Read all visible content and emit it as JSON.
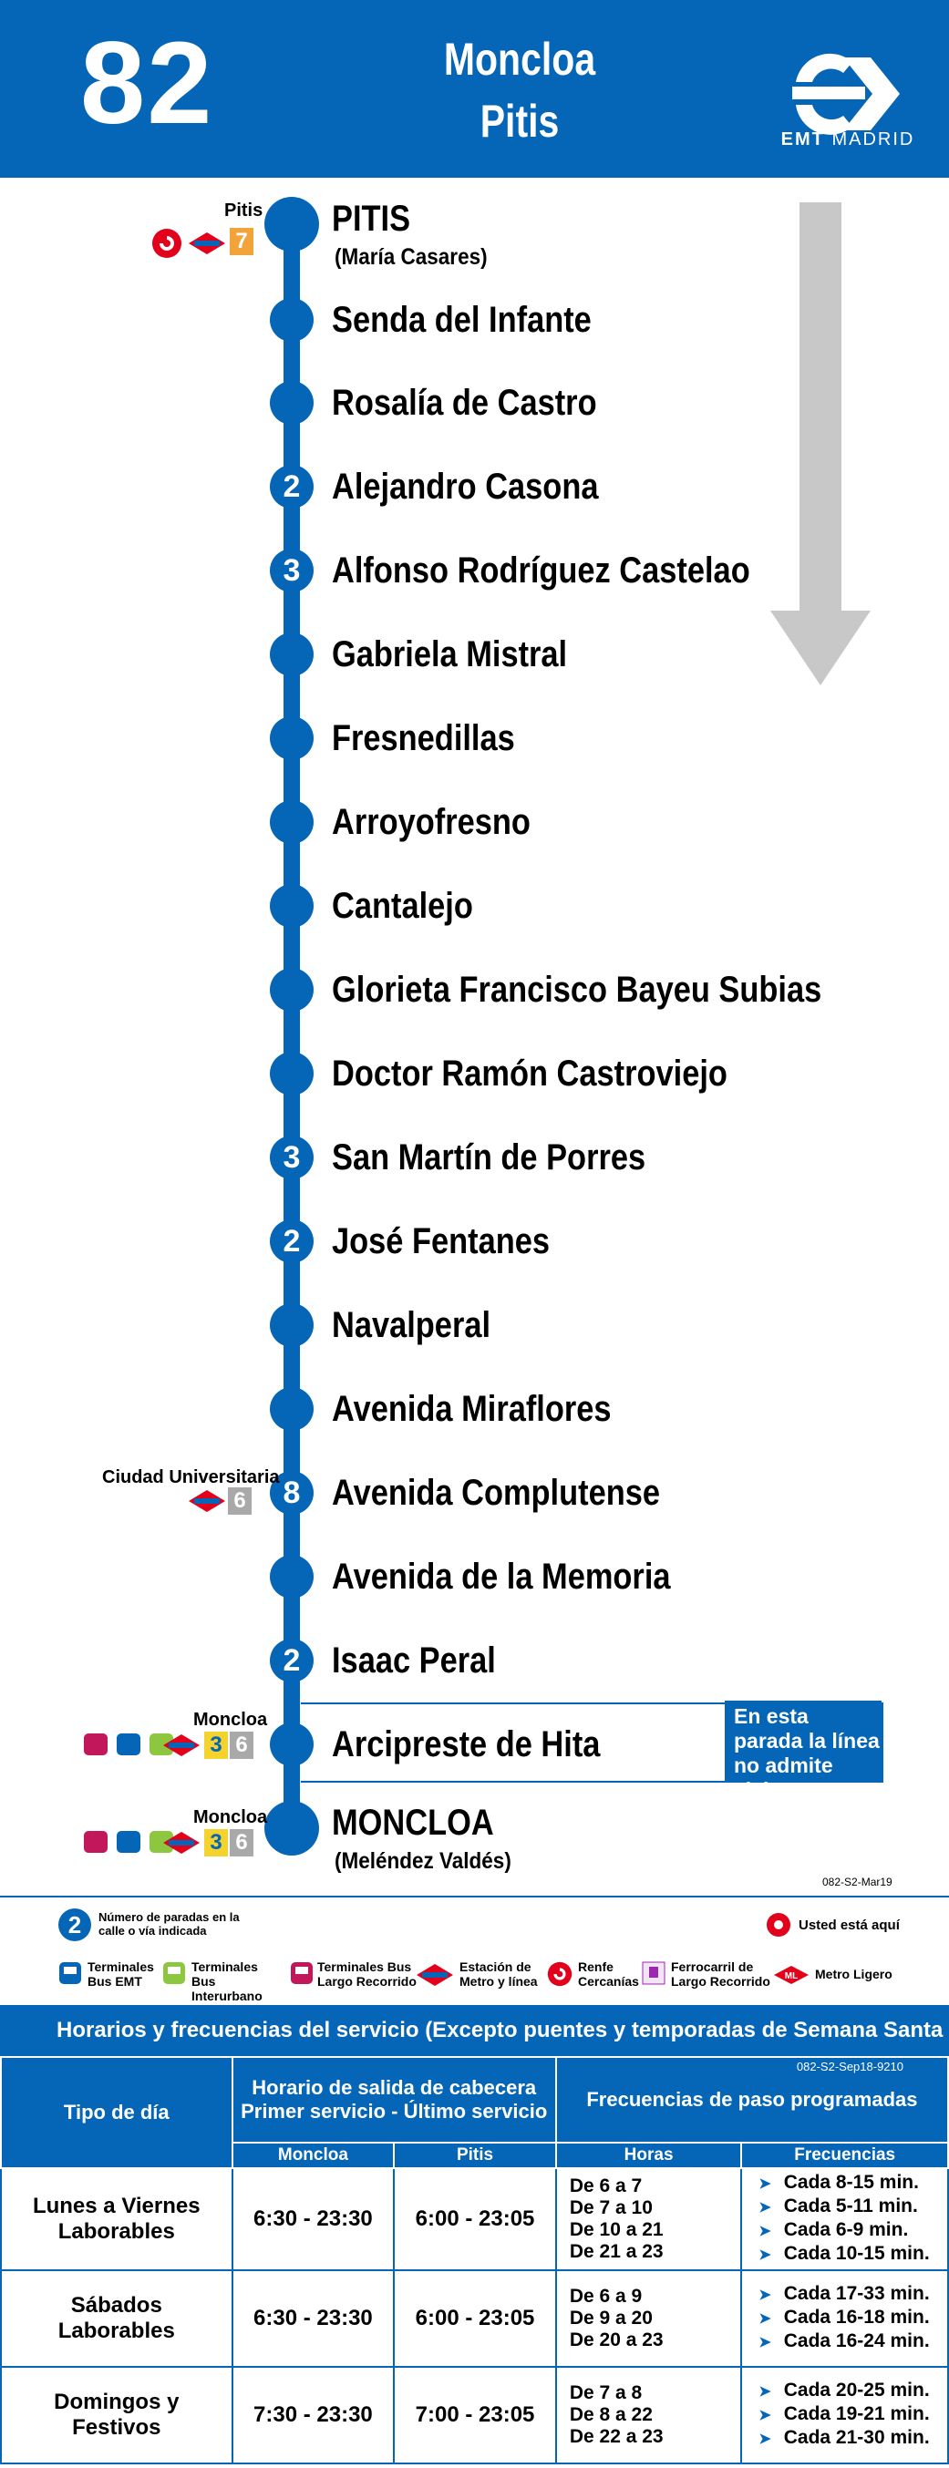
{
  "header": {
    "line_number": "82",
    "destination_1": "Moncloa",
    "destination_2": "Pitis",
    "brand": "EMT MADRID",
    "brand_bold": "EMT",
    "brand_rest": "MADRID"
  },
  "colors": {
    "brand_blue": "#0565b6",
    "metro_line_7": "#f2a33a",
    "metro_line_3": "#f4d32e",
    "metro_line_6": "#a9a9a9",
    "renfe_red": "#e3001b"
  },
  "stops": [
    {
      "name": "PITIS",
      "subname": "(María Casares)",
      "count": "",
      "terminal": true
    },
    {
      "name": "Senda del Infante",
      "count": ""
    },
    {
      "name": "Rosalía de Castro",
      "count": ""
    },
    {
      "name": "Alejandro Casona",
      "count": "2"
    },
    {
      "name": "Alfonso Rodríguez Castelao",
      "count": "3"
    },
    {
      "name": "Gabriela Mistral",
      "count": ""
    },
    {
      "name": "Fresnedillas",
      "count": ""
    },
    {
      "name": "Arroyofresno",
      "count": ""
    },
    {
      "name": "Cantalejo",
      "count": ""
    },
    {
      "name": "Glorieta Francisco Bayeu Subias",
      "count": ""
    },
    {
      "name": "Doctor Ramón Castroviejo",
      "count": ""
    },
    {
      "name": "San Martín de Porres",
      "count": "3"
    },
    {
      "name": "José Fentanes",
      "count": "2"
    },
    {
      "name": "Navalperal",
      "count": ""
    },
    {
      "name": "Avenida Miraflores",
      "count": ""
    },
    {
      "name": "Avenida Complutense",
      "count": "8"
    },
    {
      "name": "Avenida de la Memoria",
      "count": ""
    },
    {
      "name": "Isaac Peral",
      "count": "2"
    },
    {
      "name": "Arcipreste de Hita",
      "count": ""
    },
    {
      "name": "MONCLOA",
      "subname": "(Meléndez Valdés)",
      "count": "",
      "terminal": true
    }
  ],
  "connections": {
    "pitis": {
      "label": "Pitis",
      "metro_lines": [
        "7"
      ]
    },
    "ciudad_universitaria": {
      "label": "Ciudad Universitaria",
      "metro_lines": [
        "6"
      ]
    },
    "arcipreste": {
      "label": "Moncloa",
      "metro_lines": [
        "3",
        "6"
      ]
    },
    "moncloa": {
      "label": "Moncloa",
      "metro_lines": [
        "3",
        "6"
      ]
    }
  },
  "no_boarding_notice": "En esta parada la línea no admite viajeros",
  "map_code": "082-S2-Mar19",
  "legend": {
    "stops_count": "Número de paradas en la calle o vía indicada",
    "you_are_here": "Usted está aquí",
    "items": [
      {
        "icon": "bus-emt-icon",
        "text": "Terminales Bus EMT"
      },
      {
        "icon": "bus-interurbano-icon",
        "text": "Terminales Bus Interurbano"
      },
      {
        "icon": "bus-largo-recorrido-icon",
        "text": "Terminales Bus Largo Recorrido"
      },
      {
        "icon": "metro-icon",
        "text": "Estación de Metro y línea"
      },
      {
        "icon": "renfe-icon",
        "text": "Renfe Cercanías"
      },
      {
        "icon": "train-icon",
        "text": "Ferrocarril de Largo Recorrido"
      },
      {
        "icon": "metro-ligero-icon",
        "text": "Metro Ligero"
      }
    ]
  },
  "schedule": {
    "title": "Horarios y frecuencias del servicio (Excepto puentes y temporadas de Semana Santa y Verano)",
    "code": "082-S2-Sep18-9210",
    "col_day_type": "Tipo de día",
    "col_departure": "Horario de salida de cabecera",
    "col_departure_sub": "Primer servicio - Último servicio",
    "col_frequency": "Frecuencias de paso programadas",
    "col_moncloa": "Moncloa",
    "col_pitis": "Pitis",
    "col_hours": "Horas",
    "col_freqs": "Frecuencias",
    "rows": [
      {
        "day_1": "Lunes a Viernes",
        "day_2": "Laborables",
        "moncloa": "6:30 - 23:30",
        "pitis": "6:00 - 23:05",
        "hours": [
          "De 6 a 7",
          "De 7 a 10",
          "De 10 a 21",
          "De 21 a 23"
        ],
        "freqs": [
          "Cada 8-15 min.",
          "Cada 5-11 min.",
          "Cada 6-9 min.",
          "Cada 10-15 min."
        ]
      },
      {
        "day_1": "Sábados",
        "day_2": "Laborables",
        "moncloa": "6:30 - 23:30",
        "pitis": "6:00 - 23:05",
        "hours": [
          "De 6 a 9",
          "De 9 a 20",
          "De 20 a 23"
        ],
        "freqs": [
          "Cada 17-33 min.",
          "Cada 16-18 min.",
          "Cada 16-24 min."
        ]
      },
      {
        "day_1": "Domingos y",
        "day_2": "Festivos",
        "moncloa": "7:30 - 23:30",
        "pitis": "7:00 - 23:05",
        "hours": [
          "De 7 a 8",
          "De 8 a 22",
          "De 22 a 23"
        ],
        "freqs": [
          "Cada 20-25 min.",
          "Cada 19-21 min.",
          "Cada 21-30 min."
        ]
      }
    ]
  }
}
